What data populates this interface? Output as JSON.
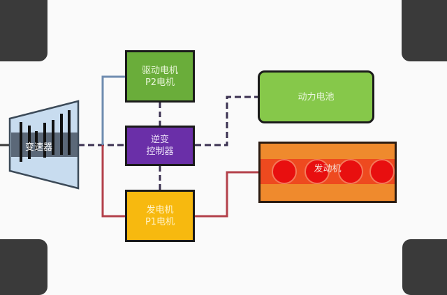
{
  "diagram": {
    "title": "",
    "type": "hybrid-powertrain-schematic",
    "nodes": {
      "gearbox": {
        "label": "变速器",
        "color": "#c8dcef"
      },
      "drive_motor": {
        "line1": "驱动电机",
        "line2": "P2电机",
        "color": "#6aad3a"
      },
      "inverter": {
        "line1": "逆变",
        "line2": "控制器",
        "color": "#6a2fa8"
      },
      "generator": {
        "line1": "发电机",
        "line2": "P1电机",
        "color": "#f7b90f"
      },
      "battery": {
        "label": "动力电池",
        "color": "#86c84a"
      },
      "engine": {
        "label": "发动机",
        "color": "#ef8a2d",
        "cylinders": 4
      }
    },
    "edges": [
      {
        "from": "gearbox",
        "to": "drive_motor",
        "style": "solid",
        "color": "#6f8cb0"
      },
      {
        "from": "gearbox",
        "to": "generator",
        "style": "solid",
        "color": "#b3404a"
      },
      {
        "from": "gearbox",
        "to": "inverter",
        "style": "dashed",
        "color": "#3a3050"
      },
      {
        "from": "drive_motor",
        "to": "inverter",
        "style": "dashed",
        "color": "#3a3050"
      },
      {
        "from": "inverter",
        "to": "generator",
        "style": "dashed",
        "color": "#3a3050"
      },
      {
        "from": "inverter",
        "to": "battery",
        "style": "dashed",
        "color": "#3a3050"
      },
      {
        "from": "generator",
        "to": "engine",
        "style": "solid",
        "color": "#b3404a"
      }
    ],
    "wheels": [
      "front-left",
      "front-right",
      "rear-left",
      "rear-right"
    ]
  }
}
